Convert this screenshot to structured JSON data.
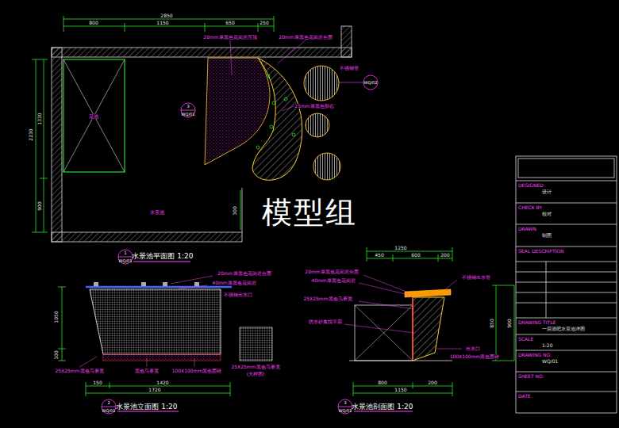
{
  "diagram": {
    "nodes": [
      {
        "text": [
          "DESIGNED",
          "设计"
        ]
      },
      {
        "text": [
          "CHECK BY",
          "校对"
        ]
      },
      {
        "text": [
          "DRAWN",
          "制图"
        ]
      },
      {
        "text": [
          "SEAL DESCRIPTION"
        ]
      },
      {
        "text": [
          "DRAWING TITLE",
          "一层酒吧水景池详图"
        ]
      },
      {
        "text": [
          "SCALE",
          "1:20"
        ]
      },
      {
        "text": [
          "DRAWING NO.",
          "WQ/01"
        ]
      },
      {
        "text": [
          "SHEET NO."
        ]
      },
      {
        "text": [
          "DATE"
        ]
      }
    ],
    "labels": [
      "2850",
      "800",
      "1150",
      "650",
      "250",
      "2230",
      "1330",
      "900",
      "300",
      "20mm厚黑色花岗岩压顶",
      "20mm厚黑色花岗岩台面",
      "25mm厚黑色卵石",
      "不锈钢管",
      "水景池",
      "花池",
      "WQ/02",
      "3",
      "WQ/01",
      "模型组",
      "水景池平面图 1:20",
      "1",
      "WQ/01",
      "20mm厚黑色花岗岩台面",
      "40mm厚黑色花岗岩",
      "不锈钢出水口",
      "1050",
      "100",
      "25X25mm黑色马赛克",
      "黑色马赛克",
      "100X100mm黑色面砖",
      "25X25mm黑色马赛克",
      "(大样图)",
      "150",
      "1420",
      "1720",
      "水景池立面图 1:20",
      "2",
      "WQ/01",
      "1250",
      "450",
      "600",
      "200",
      "20mm厚黑色花岗岩台面",
      "40mm厚黑色花岗岩",
      "25X25mm黑色马赛克",
      "防水砂浆找平层",
      "不锈钢出水管",
      "出水口",
      "100X100mm黑色面砖",
      "800",
      "1150",
      "200",
      "850",
      "900",
      "水景池剖面图 1:20",
      "3",
      "WQ/01"
    ]
  }
}
